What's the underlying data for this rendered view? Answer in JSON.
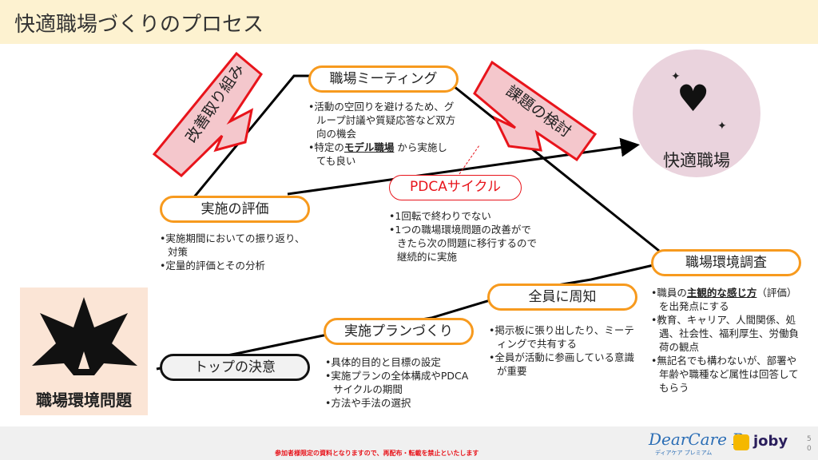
{
  "title": "快適職場づくりのプロセス",
  "arrows": {
    "left": "改善取り組み",
    "right": "課題の検討"
  },
  "goal": {
    "label": "快適職場",
    "icon": "heart-face-icon"
  },
  "problem": {
    "label": "職場環境問題",
    "icon": "explosion-icon"
  },
  "nodes": {
    "meeting": {
      "label": "職場ミーティング",
      "items": [
        {
          "pre": "•活動の空回りを避けるため、グループ討議や質疑応答など双方向の機会"
        },
        {
          "pre": "•特定の",
          "em": "モデル職場",
          "post": "から実施しても良い"
        }
      ]
    },
    "evaluation": {
      "label": "実施の評価",
      "items": [
        "•実施期間においての振り返り、対策",
        "•定量的評価とその分析"
      ]
    },
    "pdca": {
      "label": "PDCAサイクル",
      "items": [
        "•1回転で終わりでない",
        "•1つの職場環境問題の改善ができたら次の問題に移行するので継続的に実施"
      ]
    },
    "survey": {
      "label": "職場環境調査",
      "items": [
        {
          "pre": "•職員の",
          "em": "主観的な感じ方",
          "post": "（評価）を出発点にする"
        },
        {
          "pre": "•教育、キャリア、人間関係、処遇、社会性、福利厚生、労働負荷の観点"
        },
        {
          "pre": "•無記名でも構わないが、部署や年齢や職種など属性は回答してもらう"
        }
      ]
    },
    "announce": {
      "label": "全員に周知",
      "items": [
        "•掲示板に張り出したり、ミーティングで共有する",
        "•全員が活動に参画している意識が重要"
      ]
    },
    "plan": {
      "label": "実施プランづくり",
      "items": [
        "•具体的目的と目標の設定",
        "•実施プランの全体構成やPDCAサイクルの期間",
        "•方法や手法の選択"
      ]
    },
    "top": {
      "label": "トップの決意"
    }
  },
  "footer": {
    "notice": "参加者様限定の資料となりますので、再配布・転載を禁止といたします",
    "logo1": "DearCare P",
    "logo1_sub": "ディアケア プレミアム",
    "logo2": "joby",
    "page": "50"
  },
  "colors": {
    "accent": "#f79a1e",
    "red": "#e8141b",
    "banner": "#f4c7cc",
    "goal_bg": "#ead3dd"
  }
}
